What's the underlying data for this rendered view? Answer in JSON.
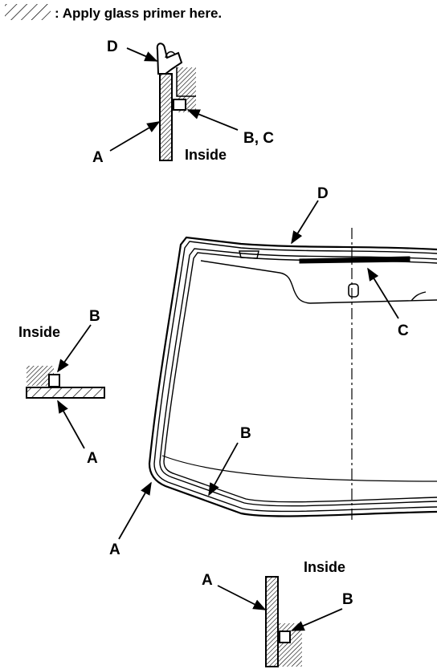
{
  "legend": {
    "text": ": Apply glass primer here."
  },
  "top_detail": {
    "label_d": "D",
    "label_a": "A",
    "label_bc": "B, C",
    "inside": "Inside"
  },
  "left_detail": {
    "inside": "Inside",
    "label_b": "B",
    "label_a": "A"
  },
  "windshield": {
    "label_d": "D",
    "label_c": "C",
    "label_b": "B",
    "label_a": "A"
  },
  "bottom_detail": {
    "inside": "Inside",
    "label_a": "A",
    "label_b": "B"
  }
}
